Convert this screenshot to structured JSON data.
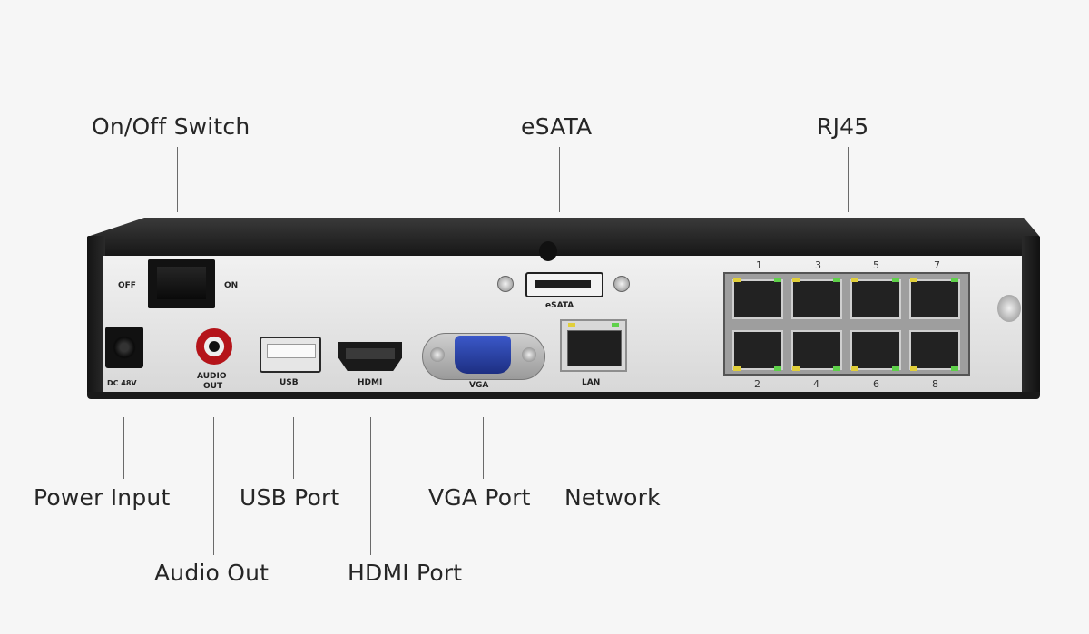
{
  "callouts": {
    "on_off_switch": "On/Off Switch",
    "esata": "eSATA",
    "rj45": "RJ45",
    "power_input": "Power Input",
    "audio_out": "Audio Out",
    "usb_port": "USB Port",
    "hdmi_port": "HDMI Port",
    "vga_port": "VGA Port",
    "network": "Network"
  },
  "panel_labels": {
    "off": "OFF",
    "on": "ON",
    "dc": "DC 48V",
    "audio_line1": "AUDIO",
    "audio_line2": "OUT",
    "usb": "USB",
    "hdmi": "HDMI",
    "vga": "VGA",
    "esata": "eSATA",
    "lan": "LAN",
    "ports_top": [
      "1",
      "3",
      "5",
      "7"
    ],
    "ports_bottom": [
      "2",
      "4",
      "6",
      "8"
    ]
  },
  "colors": {
    "background": "#f6f6f6",
    "chassis": "#1b1b1b",
    "vga_connector": "#2c46b0",
    "audio_jack": "#b5141a",
    "poe_led_green": "#5fd14a",
    "poe_led_yellow": "#e1cf3a"
  }
}
